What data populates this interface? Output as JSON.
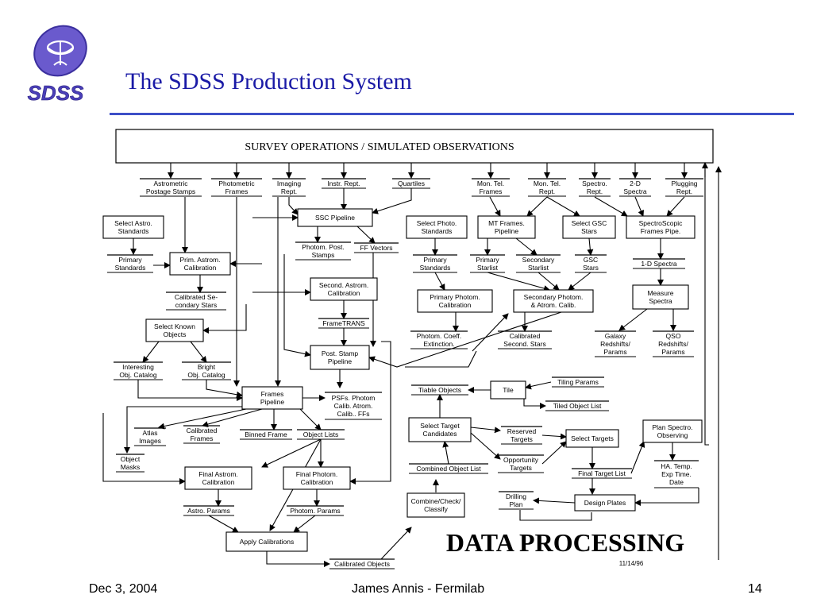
{
  "slide": {
    "title": "The SDSS Production System",
    "logo_text": "SDSS",
    "footer": {
      "date": "Dec 3, 2004",
      "author": "James Annis - Fermilab",
      "page": "14"
    },
    "colors": {
      "title": "#1a1aa6",
      "rule": "#3d4fc7",
      "logo": "#6a5acd"
    }
  },
  "diagram": {
    "survey_ops": "SURVEY OPERATIONS / SIMULATED OBSERVATIONS",
    "data_processing": "DATA PROCESSING",
    "datestamp": "11/14/96",
    "nodes": {
      "astro_stamps": "Astrometric|Postage Stamps",
      "photo_frames": "Photometric|Frames",
      "imaging_rept": "Imaging|Rept.",
      "instr_rept": "Instr. Rept.",
      "quartiles": "Quartiles",
      "montel_frames": "Mon. Tel.|Frames",
      "montel_rept": "Mon. Tel.|Rept.",
      "spectro_rept": "Spectro.|Rept.",
      "spectra_2d": "2-D|Spectra",
      "plugging_rept": "Plugging|Rept.",
      "select_astro": "Select Astro.|Standards",
      "ssc_pipeline": "SSC Pipeline",
      "select_photo": "Select Photo.|Standards",
      "mt_frames": "MT Frames.|Pipeline",
      "select_gsc": "Select GSC|Stars",
      "spectro_frames": "SpectroScopic|Frames Pipe.",
      "primary_std": "Primary|Standards",
      "prim_astrom": "Prim. Astrom.|Calibration",
      "photom_post": "Photom. Post.|Stamps",
      "ff_vectors": "FF Vectors",
      "primary_standards2": "Primary|Standards",
      "primary_starlist": "Primary|Starlist",
      "secondary_starlist": "Secondary|Starlist",
      "gsc_stars": "GSC|Stars",
      "spectra_1d": "1-D Spectra",
      "calib_secondary": "Calibrated Se-|condary Stars",
      "second_astrom": "Second. Astrom.|Calibration",
      "primary_photom": "Primary Photom.|Calibration",
      "secondary_photom": "Secondary Photom.|& Atrom. Calib.",
      "measure_spectra": "Measure|Spectra",
      "select_known": "Select Known|Objects",
      "frametrans": "FrameTRANS",
      "photom_coeff": "Photom. Coeff.|Extinction.",
      "calib_second_stars": "Calibrated|Second. Stars",
      "galaxy_redshifts": "Galaxy|Redshifts/|Params",
      "qso_redshifts": "QSO|Redshifts/|Params",
      "post_stamp": "Post. Stamp|Pipeline",
      "interesting_cat": "Interesting|Obj. Catalog",
      "bright_cat": "Bright|Obj. Catalog",
      "tiling_params": "Tiling Params",
      "tiable_objects": "Tiable Objects",
      "tile": "Tile",
      "frames_pipeline": "Frames|Pipeline",
      "psfs": "PSFs. Photom|Calib. Atrom.|Calib.. FFs",
      "tiled_list": "Tiled Object List",
      "select_target": "Select Target|Candidates",
      "reserved_targets": "Reserved|Targets",
      "select_targets": "Select Targets",
      "plan_spectro": "Plan Spectro.|Observing",
      "atlas_images": "Atlas|Images",
      "calibrated_frames": "Calibrated|Frames",
      "binned_frame": "Binned Frame",
      "object_lists": "Object Lists",
      "opportunity_targets": "Opportunity|Targets",
      "object_masks": "Object|Masks",
      "ha_temp": "HA. Temp.|Exp Time.|Date",
      "combined_list": "Combined Object List",
      "final_target_list": "Final Target List",
      "final_astrom": "Final Astrom.|Calibration",
      "final_photom": "Final Photom.|Calibration",
      "drilling_plan": "Drilling|Plan",
      "design_plates": "Design Plates",
      "astro_params": "Astro. Params",
      "photom_params": "Photom. Params",
      "combine_check": "Combine/Check/|Classify",
      "apply_calibrations": "Apply Calibrations",
      "calibrated_objects": "Calibrated Objects"
    }
  }
}
